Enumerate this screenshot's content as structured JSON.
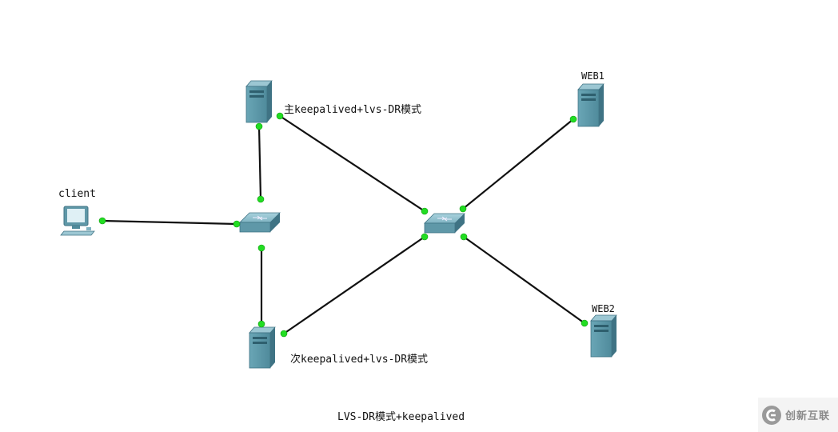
{
  "labels": {
    "client": "client",
    "master": "主keepalived+lvs-DR模式",
    "backup": "次keepalived+lvs-DR模式",
    "web1": "WEB1",
    "web2": "WEB2",
    "caption": "LVS-DR模式+keepalived"
  },
  "watermark": {
    "text": "创新互联"
  },
  "colors": {
    "link": "#111111",
    "port": "#22dd22",
    "device_body": "#5f98a8",
    "device_dark": "#3f7384",
    "device_light": "#9cc7d3"
  },
  "nodes": [
    {
      "id": "client",
      "type": "pc"
    },
    {
      "id": "switch-left",
      "type": "switch"
    },
    {
      "id": "master",
      "type": "server"
    },
    {
      "id": "backup",
      "type": "server"
    },
    {
      "id": "switch-right",
      "type": "switch"
    },
    {
      "id": "web1",
      "type": "server"
    },
    {
      "id": "web2",
      "type": "server"
    }
  ],
  "links": [
    {
      "from": "client",
      "to": "switch-left"
    },
    {
      "from": "master",
      "to": "switch-left"
    },
    {
      "from": "backup",
      "to": "switch-left"
    },
    {
      "from": "master",
      "to": "switch-right"
    },
    {
      "from": "backup",
      "to": "switch-right"
    },
    {
      "from": "switch-right",
      "to": "web1"
    },
    {
      "from": "switch-right",
      "to": "web2"
    }
  ]
}
